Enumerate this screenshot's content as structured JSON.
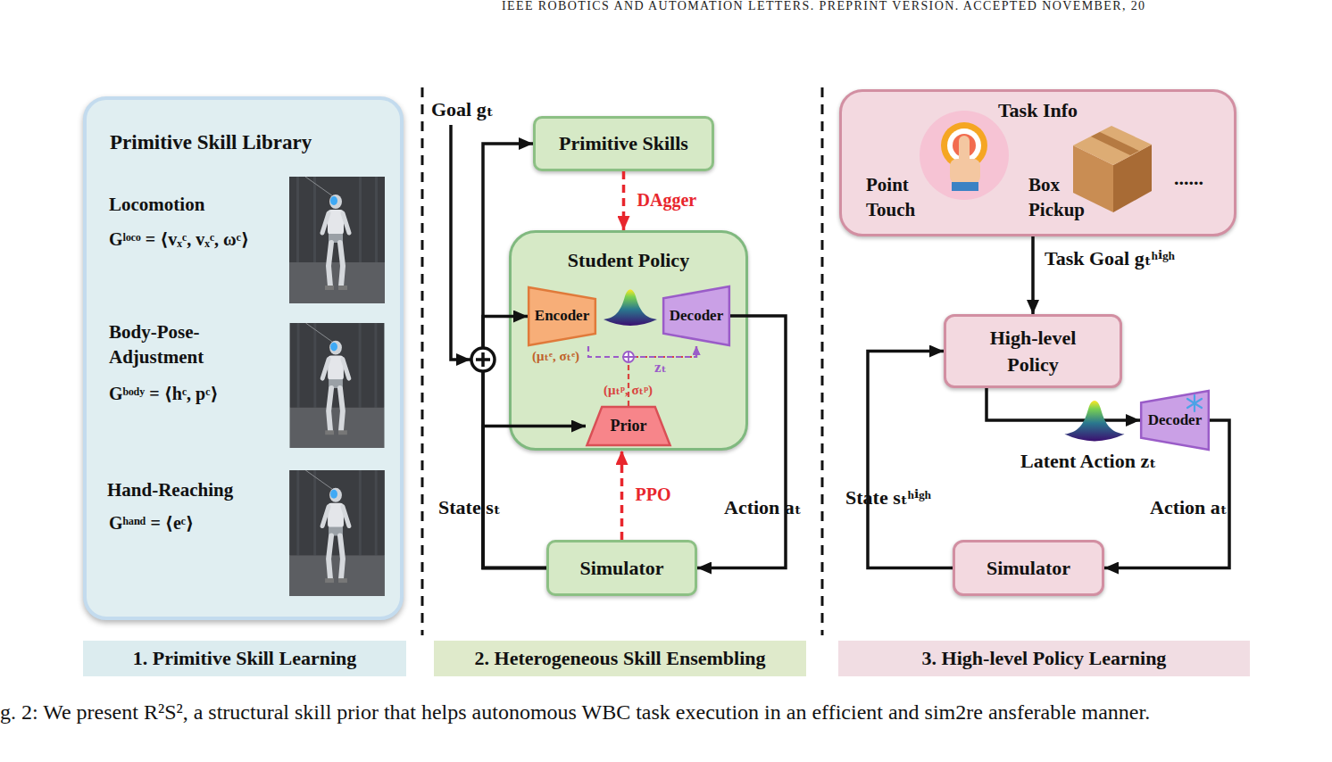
{
  "diagram": {
    "caption": "g. 2: We present R²S², a structural skill prior that helps autonomous WBC task execution in an efficient and sim2re ansferable manner.",
    "nodes": [
      {
        "text": [
          "Primitive Skill Library",
          "Locomotion",
          "Gˡᵒᶜᵒ = ⟨vₓᶜ, vₓᶜ, ωᶜ⟩",
          "Body-Pose-Adjustment",
          "Gᵇᵒᵈʸ = ⟨hᶜ, pᶜ⟩",
          "Hand-Reaching",
          "Gʰᵃⁿᵈ = ⟨eᶜ⟩"
        ]
      },
      {
        "text": [
          "1. Primitive Skill Learning"
        ]
      },
      {
        "text": [
          "Primitive Skills"
        ]
      },
      {
        "text": [
          "Student Policy"
        ]
      },
      {
        "text": [
          "Encoder"
        ],
        "in": 3
      },
      {
        "text": [
          "Decoder"
        ],
        "in": 3
      },
      {
        "text": [
          "Prior"
        ],
        "in": 3
      },
      {
        "text": [
          "Simulator"
        ]
      },
      {
        "text": [
          "2. Heterogeneous Skill Ensembling"
        ]
      },
      {
        "text": [
          "Task Info",
          "Point Touch",
          "Box Pickup",
          "......"
        ]
      },
      {
        "text": [
          "High-level Policy"
        ]
      },
      {
        "text": [
          "Decoder"
        ]
      },
      {
        "text": [
          "Simulator"
        ]
      },
      {
        "text": [
          "3. High-level Policy Learning"
        ]
      }
    ],
    "edges": [
      {
        "from": 2,
        "to": 3,
        "label": "DAgger",
        "arrow": "to"
      },
      {
        "from": 7,
        "to": 2,
        "arrow": "to"
      },
      {
        "from": 7,
        "to": 4,
        "arrow": "to"
      },
      {
        "from": 7,
        "to": 6,
        "arrow": "to"
      },
      {
        "from": 5,
        "to": 7,
        "arrow": "to"
      },
      {
        "from": 7,
        "to": 3,
        "label": "PPO",
        "arrow": "to"
      },
      {
        "from": 6,
        "to": 5,
        "arrow": "to"
      },
      {
        "from": 4,
        "to": 5,
        "arrow": "to"
      },
      {
        "from": 9,
        "to": 10,
        "arrow": "to"
      },
      {
        "from": 10,
        "to": 11,
        "arrow": "to"
      },
      {
        "from": 11,
        "to": 12,
        "arrow": "to"
      },
      {
        "from": 12,
        "to": 10,
        "arrow": "to"
      }
    ],
    "labels": [
      "IEEE ROBOTICS AND AUTOMATION LETTERS. PREPRINT VERSION. ACCEPTED NOVEMBER, 20",
      "Goal gₜ",
      "(μₜᵉ, σₜᵉ)",
      "zₜ",
      "(μₜᵖ, σₜᵖ)",
      "State sₜ",
      "Action aₜ",
      "Task Goal gₜʰⁱᵍʰ",
      "Latent Action zₜ",
      "State sₜʰⁱᵍʰ",
      "Action aₜ"
    ]
  }
}
